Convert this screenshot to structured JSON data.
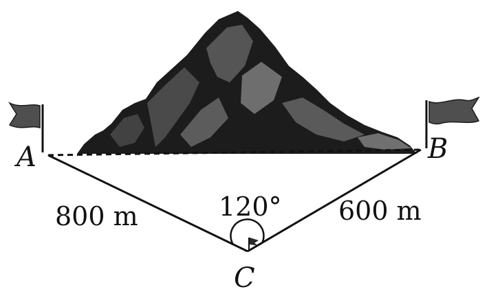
{
  "points": {
    "a": "A",
    "b": "B",
    "c": "C"
  },
  "distances": {
    "ac": "800 m",
    "bc": "600 m"
  },
  "angle": {
    "acb": "120°"
  },
  "colors": {
    "ink": "#111111",
    "mountain_dark": "#1c1c1c",
    "mountain_mid": "#4a4a4a",
    "mountain_light": "#6e6e6e",
    "flag": "#4f4f4f"
  },
  "icons": {
    "flag_a": "flag-icon",
    "flag_b": "flag-icon",
    "flag_c": "flag-icon",
    "mountain": "mountain-icon"
  }
}
